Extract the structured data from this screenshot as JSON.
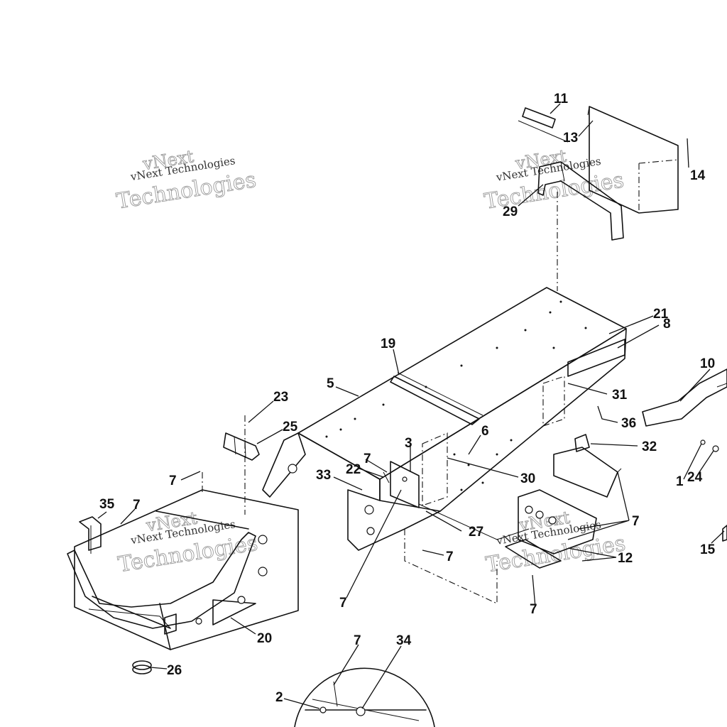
{
  "watermark": {
    "line1": "vNext",
    "line2": "vNext Technologies",
    "line3": "Technologies"
  },
  "callouts": {
    "c1": "1",
    "c2": "2",
    "c3": "3",
    "c5": "5",
    "c6": "6",
    "c7": "7",
    "c8": "8",
    "c10": "10",
    "c11": "11",
    "c12": "12",
    "c13": "13",
    "c14": "14",
    "c15": "15",
    "c19": "19",
    "c20": "20",
    "c21": "21",
    "c22": "22",
    "c23": "23",
    "c24": "24",
    "c25": "25",
    "c26": "26",
    "c27": "27",
    "c29": "29",
    "c30": "30",
    "c31": "31",
    "c32": "32",
    "c33": "33",
    "c34": "34",
    "c35": "35",
    "c36": "36"
  }
}
